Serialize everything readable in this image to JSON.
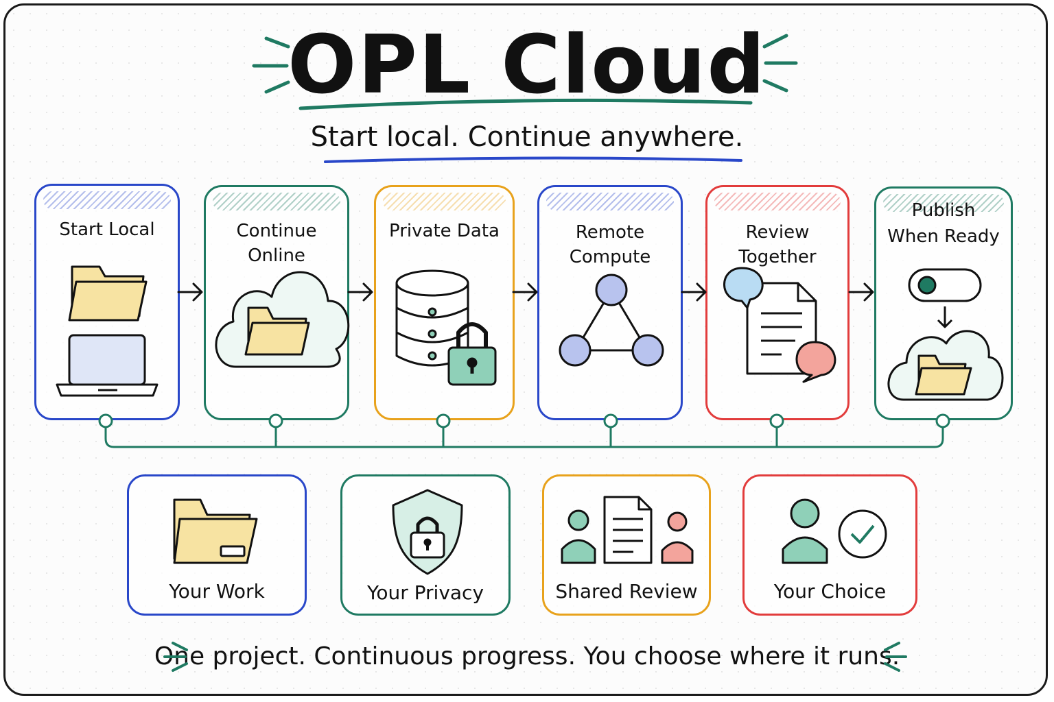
{
  "header": {
    "title": "OPL Cloud",
    "subtitle": "Start local. Continue anywhere."
  },
  "steps": [
    {
      "label": "Start Local",
      "accent": "#2947c9",
      "icon": "folder-laptop-icon"
    },
    {
      "label": "Continue Online",
      "accent": "#1f7a62",
      "icon": "cloud-folder-icon"
    },
    {
      "label": "Private Data",
      "accent": "#e8a21c",
      "icon": "database-lock-icon"
    },
    {
      "label": "Remote Compute",
      "accent": "#2947c9",
      "icon": "network-nodes-icon"
    },
    {
      "label": "Review Together",
      "accent": "#e23c3c",
      "icon": "document-comments-icon"
    },
    {
      "label_line1": "Publish",
      "label_line2": "When Ready",
      "accent": "#1f7a62",
      "icon": "toggle-cloud-folder-icon"
    }
  ],
  "values": [
    {
      "label": "Your Work",
      "accent": "#2947c9",
      "icon": "folder-icon"
    },
    {
      "label": "Your Privacy",
      "accent": "#1f7a62",
      "icon": "shield-lock-icon"
    },
    {
      "label": "Shared Review",
      "accent": "#e8a21c",
      "icon": "people-document-icon"
    },
    {
      "label": "Your Choice",
      "accent": "#e23c3c",
      "icon": "person-check-icon"
    }
  ],
  "footer": {
    "tagline": "One project. Continuous progress. You choose where it runs."
  },
  "colors": {
    "connector": "#1f7a62",
    "title_underline": "#1f7a62",
    "subtitle_underline": "#2947c9",
    "folder_fill": "#f7e3a2",
    "node_fill": "#b8c3ee",
    "lock_fill": "#8fd0b8",
    "bubble_blue": "#b9dcf3",
    "bubble_red": "#f3a49c",
    "person_green": "#8fd0b8",
    "person_red": "#f3a49c"
  }
}
